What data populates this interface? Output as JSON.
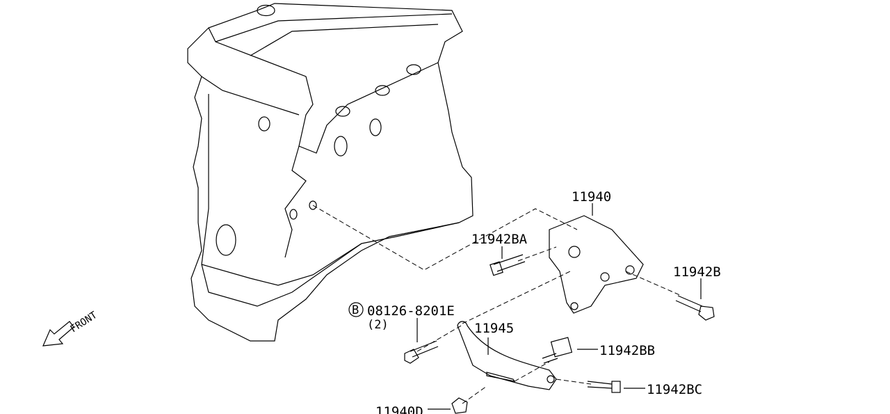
{
  "diagram": {
    "labels": {
      "bracket": "11940",
      "bolt_ba": "11942BA",
      "bolt_b": "11942B",
      "bolt_std": "08126-8201E",
      "bolt_std_marker": "B",
      "bolt_std_qty": "(2)",
      "stay": "11945",
      "bolt_bb": "11942BB",
      "bolt_bc": "11942BC",
      "nut": "11940D"
    },
    "direction": "FRONT"
  }
}
